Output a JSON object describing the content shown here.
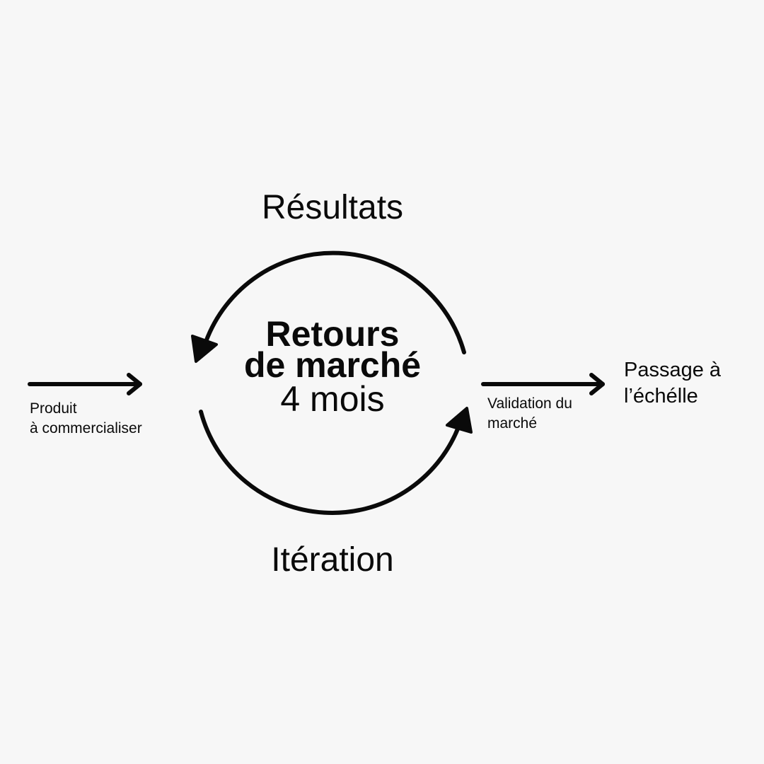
{
  "diagram": {
    "loop_top_label": "Résultats",
    "loop_bottom_label": "Itération",
    "center": {
      "line1": "Retours",
      "line2": "de marché",
      "duration": "4 mois"
    },
    "input": {
      "line1": "Produit",
      "line2": "à commercialiser"
    },
    "output_arrow_label": {
      "line1": "Validation du",
      "line2": "marché"
    },
    "outcome": {
      "line1": "Passage à",
      "line2": "l’échélle"
    },
    "colors": {
      "background": "#f7f7f7",
      "stroke": "#0a0a0a"
    }
  }
}
